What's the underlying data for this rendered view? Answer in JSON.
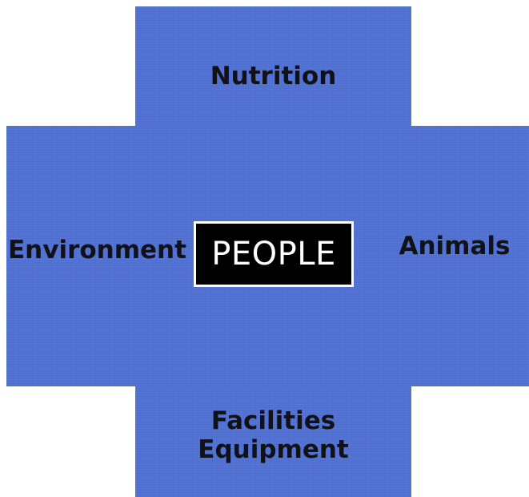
{
  "diagram": {
    "center": "PEOPLE",
    "top": "Nutrition",
    "left": "Environment",
    "right": "Animals",
    "bottom": [
      "Facilities",
      "Equipment"
    ]
  },
  "colors": {
    "cross_fill": "#4f6fd0",
    "center_fill": "#000000",
    "center_text": "#ffffff",
    "label_text": "#101218"
  }
}
